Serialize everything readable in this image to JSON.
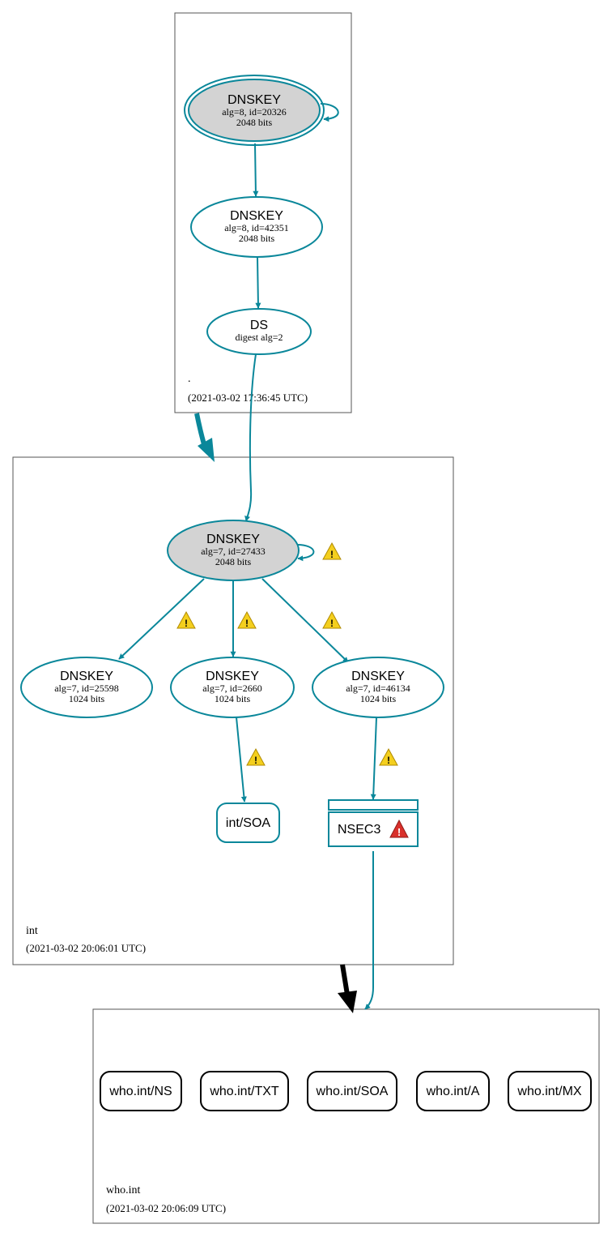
{
  "colors": {
    "edge": "#0a879a",
    "ksk_fill": "#d3d3d3",
    "zone_border": "#555555",
    "delegation_black": "#000000",
    "warning_fill": "#f4cf1e",
    "error_fill": "#d9302b"
  },
  "zones": {
    "root": {
      "name": ".",
      "timestamp": "(2021-03-02 17:36:45 UTC)"
    },
    "int": {
      "name": "int",
      "timestamp": "(2021-03-02 20:06:01 UTC)"
    },
    "who": {
      "name": "who.int",
      "timestamp": "(2021-03-02 20:06:09 UTC)"
    }
  },
  "nodes": {
    "root_ksk": {
      "title": "DNSKEY",
      "line1": "alg=8, id=20326",
      "line2": "2048 bits"
    },
    "root_zsk": {
      "title": "DNSKEY",
      "line1": "alg=8, id=42351",
      "line2": "2048 bits"
    },
    "int_ds": {
      "title": "DS",
      "line1": "digest alg=2"
    },
    "int_ksk": {
      "title": "DNSKEY",
      "line1": "alg=7, id=27433",
      "line2": "2048 bits"
    },
    "int_zsk1": {
      "title": "DNSKEY",
      "line1": "alg=7, id=25598",
      "line2": "1024 bits"
    },
    "int_zsk2": {
      "title": "DNSKEY",
      "line1": "alg=7, id=2660",
      "line2": "1024 bits"
    },
    "int_zsk3": {
      "title": "DNSKEY",
      "line1": "alg=7, id=46134",
      "line2": "1024 bits"
    },
    "int_soa": {
      "label": "int/SOA"
    },
    "nsec3": {
      "label": "NSEC3"
    },
    "who_ns": {
      "label": "who.int/NS"
    },
    "who_txt": {
      "label": "who.int/TXT"
    },
    "who_soa": {
      "label": "who.int/SOA"
    },
    "who_a": {
      "label": "who.int/A"
    },
    "who_mx": {
      "label": "who.int/MX"
    }
  }
}
